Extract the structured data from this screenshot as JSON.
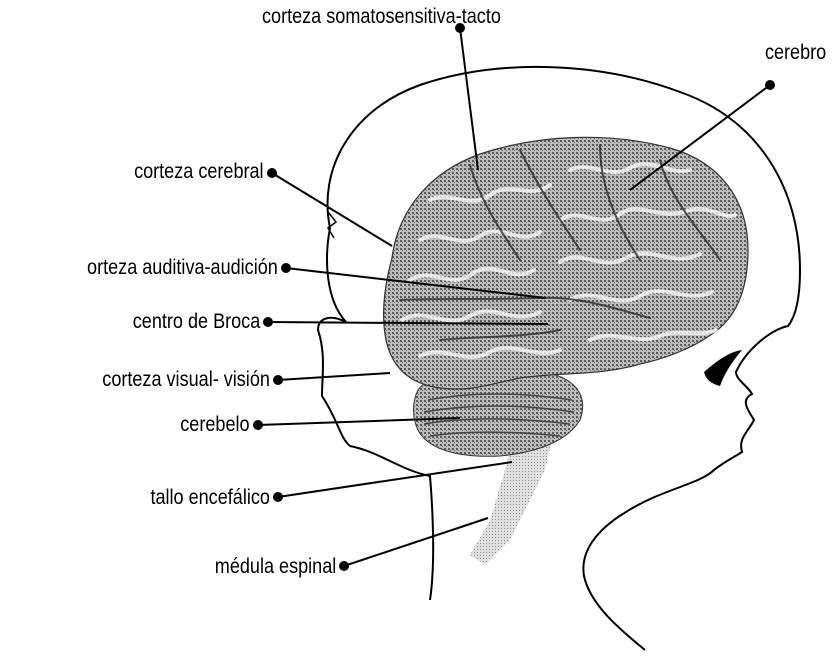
{
  "labels": {
    "somatosensory": "corteza somatosensitiva-tacto",
    "cerebrum": "cerebro",
    "cerebral_cortex": "corteza cerebral",
    "auditory_cortex": "orteza auditiva-audición",
    "broca": "centro de Broca",
    "visual_cortex": "corteza visual- visión",
    "cerebellum": "cerebelo",
    "brainstem": "tallo encefálico",
    "spinal_cord": "médula espinal"
  },
  "colors": {
    "ink": "#000000",
    "brain_fill": "#8c8c8c",
    "background": "#ffffff"
  }
}
